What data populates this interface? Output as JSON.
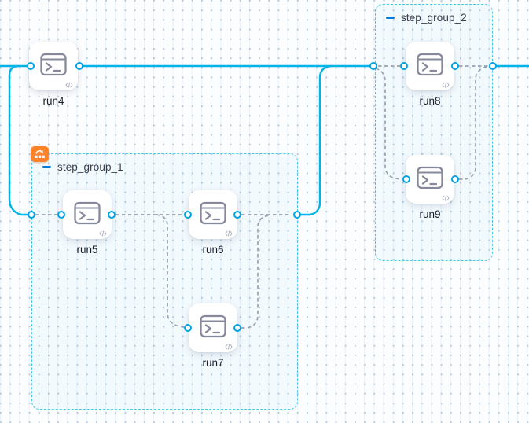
{
  "app": {
    "view": "pipeline-execution-graph"
  },
  "colors": {
    "flow_edge": "#00b4e6",
    "dashed_edge": "#9fa1ad",
    "port_ring": "#00a4e4",
    "group_border": "#45c8ea",
    "collapse_minus": "#0278d5",
    "looping_badge": "#ff832b",
    "node_label": "#1d1f2b",
    "group_label": "#3b3d4a"
  },
  "nodes": [
    {
      "id": "run4",
      "label": "run4",
      "icon": "terminal-icon",
      "badge": "code-icon"
    },
    {
      "id": "run5",
      "label": "run5",
      "icon": "terminal-icon",
      "badge": "code-icon"
    },
    {
      "id": "run6",
      "label": "run6",
      "icon": "terminal-icon",
      "badge": "code-icon"
    },
    {
      "id": "run7",
      "label": "run7",
      "icon": "terminal-icon",
      "badge": "code-icon"
    },
    {
      "id": "run8",
      "label": "run8",
      "icon": "terminal-icon",
      "badge": "code-icon"
    },
    {
      "id": "run9",
      "label": "run9",
      "icon": "terminal-icon",
      "badge": "code-icon"
    }
  ],
  "groups": [
    {
      "id": "step_group_1",
      "label": "step_group_1",
      "collapse_icon": "minus",
      "badge_icon": "looping-strategy-icon",
      "children": [
        "run5",
        "run6",
        "run7"
      ]
    },
    {
      "id": "step_group_2",
      "label": "step_group_2",
      "collapse_icon": "minus",
      "children": [
        "run8",
        "run9"
      ]
    }
  ],
  "edges": [
    {
      "from": "start",
      "to": "run4",
      "type": "solid"
    },
    {
      "from": "start",
      "to": "step_group_1.in",
      "type": "solid"
    },
    {
      "from": "run4",
      "to": "step_group_2.in",
      "type": "solid"
    },
    {
      "from": "step_group_1.out",
      "to": "step_group_2.in",
      "type": "solid"
    },
    {
      "from": "step_group_2.out",
      "to": "end",
      "type": "solid"
    },
    {
      "from": "step_group_1.in",
      "to": "run5",
      "type": "dashed"
    },
    {
      "from": "run5",
      "to": "run6",
      "type": "dashed"
    },
    {
      "from": "run5",
      "to": "run7",
      "type": "dashed"
    },
    {
      "from": "run6",
      "to": "step_group_1.out",
      "type": "dashed"
    },
    {
      "from": "run7",
      "to": "step_group_1.out",
      "type": "dashed"
    },
    {
      "from": "step_group_2.in",
      "to": "run8",
      "type": "dashed"
    },
    {
      "from": "step_group_2.in",
      "to": "run9",
      "type": "dashed"
    },
    {
      "from": "run8",
      "to": "step_group_2.out",
      "type": "dashed"
    },
    {
      "from": "run9",
      "to": "step_group_2.out",
      "type": "dashed"
    }
  ]
}
